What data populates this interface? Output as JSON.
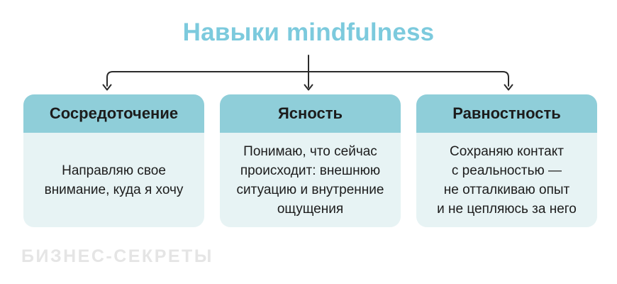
{
  "title": "Навыки mindfulness",
  "watermark": "БИЗНЕС-СЕКРЕТЫ",
  "colors": {
    "title": "#7ccadd",
    "card_header_bg": "#8fced9",
    "card_body_bg": "#e7f3f4",
    "text": "#1c1c1c",
    "connector": "#2b2b2b",
    "watermark": "#e5e5e5",
    "background": "#ffffff"
  },
  "cards": [
    {
      "heading": "Сосредоточение",
      "body": "Направляю свое\nвнимание, куда я хочу"
    },
    {
      "heading": "Ясность",
      "body": "Понимаю, что сейчас\nпроисходит: внешнюю\nситуацию и внутренние\nощущения"
    },
    {
      "heading": "Равностность",
      "body": "Сохраняю контакт\nс реальностью —\nне отталкиваю опыт\nи не цепляюсь за него"
    }
  ]
}
